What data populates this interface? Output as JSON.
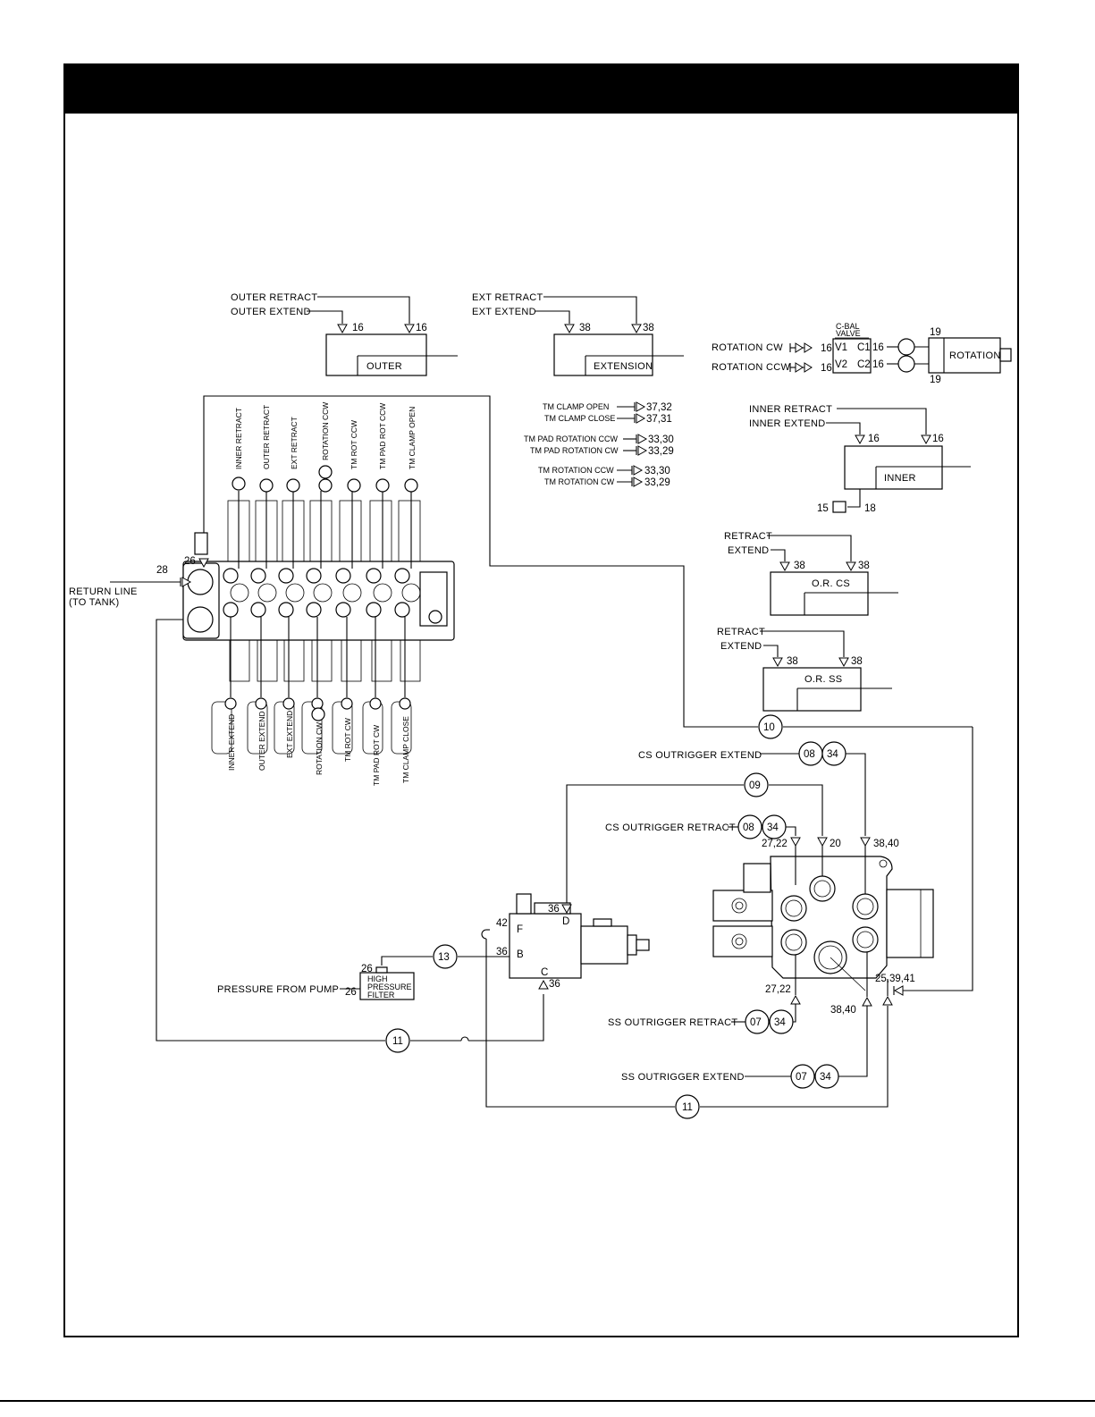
{
  "labels": {
    "outer_retract": "OUTER RETRACT",
    "outer_extend": "OUTER EXTEND",
    "ext_retract": "EXT RETRACT",
    "ext_extend": "EXT EXTEND",
    "outer": "OUTER",
    "extension": "EXTENSION",
    "cbal_line1": "C-BAL",
    "cbal_line2": "VALVE",
    "rotation_cw": "ROTATION CW",
    "rotation_ccw": "ROTATION CCW",
    "v1": "V1",
    "v2": "V2",
    "c1": "C1",
    "c2": "C2",
    "rotation": "ROTATION",
    "tm_clamp_open": "TM CLAMP OPEN",
    "tm_clamp_close": "TM CLAMP CLOSE",
    "tm_pad_rotation_ccw": "TM PAD ROTATION CCW",
    "tm_pad_rotation_cw": "TM PAD ROTATION CW",
    "tm_rotation_ccw": "TM ROTATION CCW",
    "tm_rotation_cw": "TM ROTATION CW",
    "inner_retract": "INNER RETRACT",
    "inner_extend": "INNER EXTEND",
    "inner": "INNER",
    "retract": "RETRACT",
    "extend": "EXTEND",
    "or_cs": "O.R. CS",
    "or_ss": "O.R. SS",
    "return_line_1": "RETURN LINE",
    "return_line_2": "(TO TANK)",
    "cs_outrigger_extend": "CS OUTRIGGER EXTEND",
    "cs_outrigger_retract": "CS OUTRIGGER RETRACT",
    "ss_outrigger_retract": "SS OUTRIGGER RETRACT",
    "ss_outrigger_extend": "SS OUTRIGGER EXTEND",
    "pressure_from_pump": "PRESSURE FROM PUMP",
    "hpf_1": "HIGH",
    "hpf_2": "PRESSURE",
    "hpf_3": "FILTER",
    "port_f": "F",
    "port_d": "D",
    "port_b": "B",
    "port_c": "C"
  },
  "valve_top_labels": [
    "INNER RETRACT",
    "OUTER RETRACT",
    "EXT RETRACT",
    "ROTATION CCW",
    "TM ROT CCW",
    "TM PAD ROT CCW",
    "TM CLAMP OPEN"
  ],
  "valve_bottom_labels": [
    "INNER EXTEND",
    "OUTER EXTEND",
    "EXT EXTEND",
    "ROTATION CW",
    "TM ROT CW",
    "TM PAD ROT CW",
    "TM CLAMP CLOSE"
  ],
  "refs": {
    "outer_a": "16",
    "outer_b": "16",
    "ext_a": "38",
    "ext_b": "38",
    "rot_cw_in": "16",
    "rot_ccw_in": "16",
    "rot_c1": "16",
    "rot_c2": "16",
    "rot_19_top": "19",
    "rot_19_bottom": "19",
    "tm_clamp_open": "37,32",
    "tm_clamp_close": "37,31",
    "tm_pad_rot_ccw": "33,30",
    "tm_pad_rot_cw": "33,29",
    "tm_rot_ccw": "33,30",
    "tm_rot_cw": "33,29",
    "inner_a": "16",
    "inner_b": "16",
    "inner_15": "15",
    "inner_18": "18",
    "orcs_a": "38",
    "orcs_b": "38",
    "orss_a": "38",
    "orss_b": "38",
    "r26": "26",
    "r28": "28",
    "cs_ext_a": "08",
    "cs_ext_b": "34",
    "cs_ret_a": "08",
    "cs_ret_b": "34",
    "ss_ret_a": "07",
    "ss_ret_b": "34",
    "ss_ext_a": "07",
    "ss_ext_b": "34",
    "c10": "10",
    "c09": "09",
    "c13": "13",
    "c11a": "11",
    "c11b": "11",
    "p2722_top": "27,22",
    "p20": "20",
    "p3840_top": "38,40",
    "p2722_bot": "27,22",
    "p3840_bot": "38,40",
    "p253941": "25,39,41",
    "p36_top": "36",
    "p42": "42",
    "p36_mid": "36",
    "p36_bot": "36",
    "f26_top": "26",
    "f26_left": "26"
  }
}
